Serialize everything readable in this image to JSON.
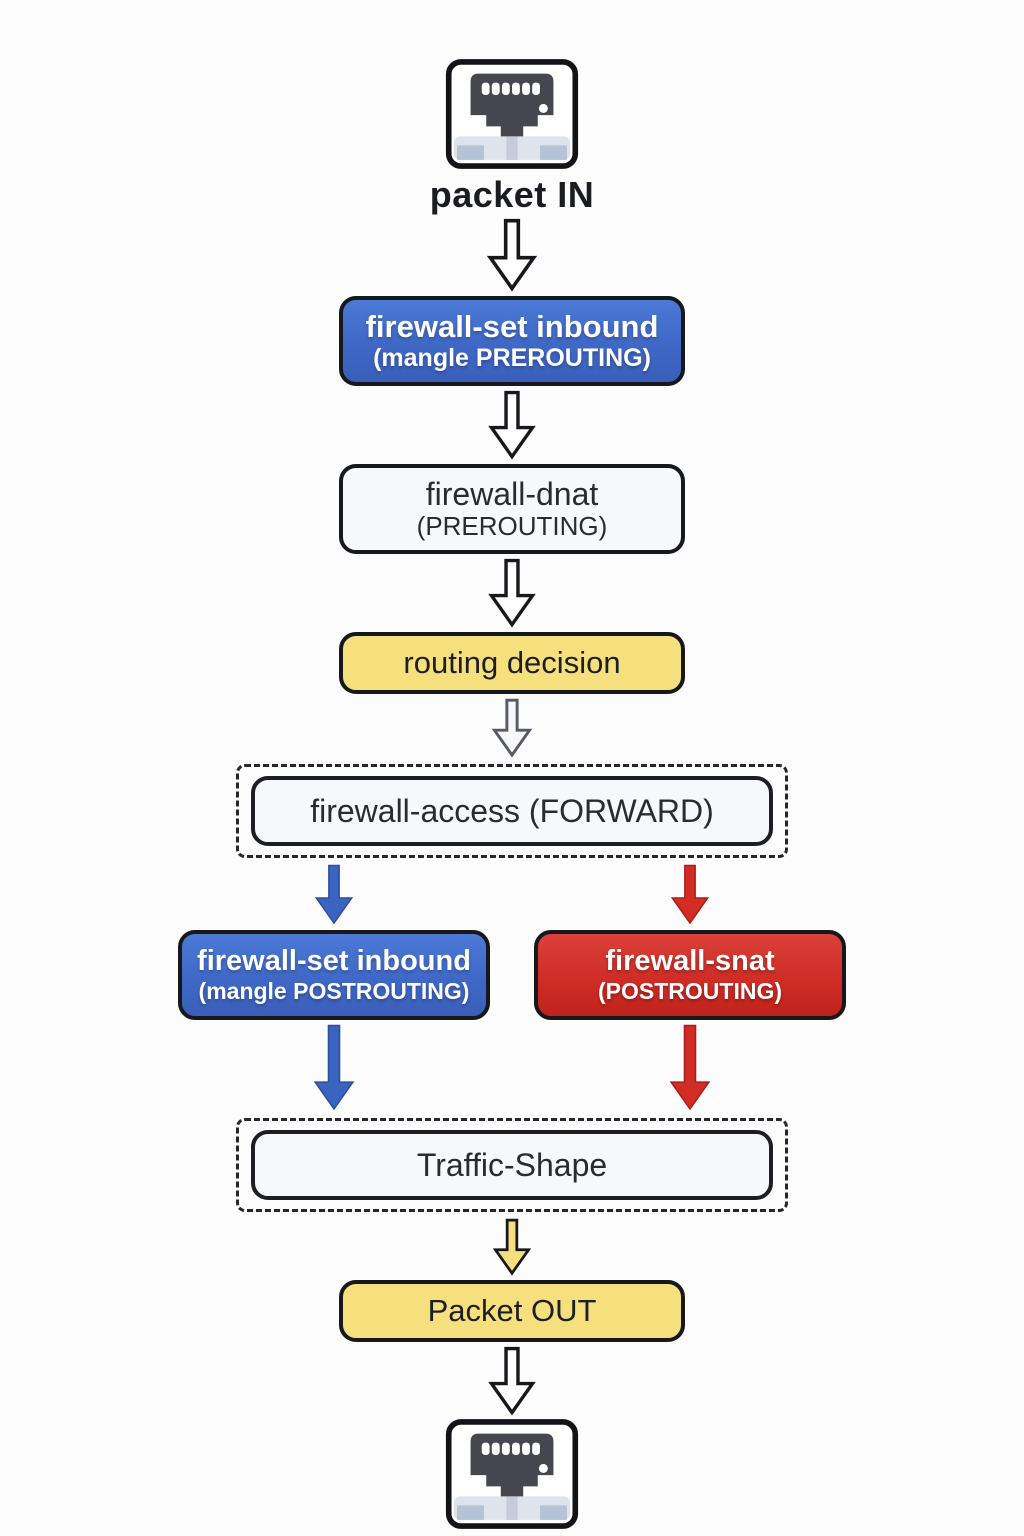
{
  "colors": {
    "accent_blue": "#3f68c6",
    "accent_red": "#cf2d26",
    "accent_yellow": "#f6e07e",
    "box_plain": "#f7f8fa",
    "border": "#17181c"
  },
  "nodes": {
    "packet_in": {
      "label": "packet IN"
    },
    "mangle_prerouting": {
      "line1": "firewall-set inbound",
      "line2": "(mangle PREROUTING)"
    },
    "dnat": {
      "line1": "firewall-dnat",
      "line2": "(PREROUTING)"
    },
    "routing_decision": {
      "label": "routing decision"
    },
    "firewall_access": {
      "label": "firewall-access (FORWARD)"
    },
    "mangle_postrouting": {
      "line1": "firewall-set inbound",
      "line2": "(mangle POSTROUTING)"
    },
    "firewall_snat": {
      "line1": "firewall-snat",
      "line2": "(POSTROUTING)"
    },
    "traffic_shape": {
      "label": "Traffic-Shape"
    },
    "packet_out": {
      "label": "Packet OUT"
    }
  },
  "icons": {
    "top": "ethernet-port-icon",
    "bottom": "ethernet-port-icon"
  }
}
